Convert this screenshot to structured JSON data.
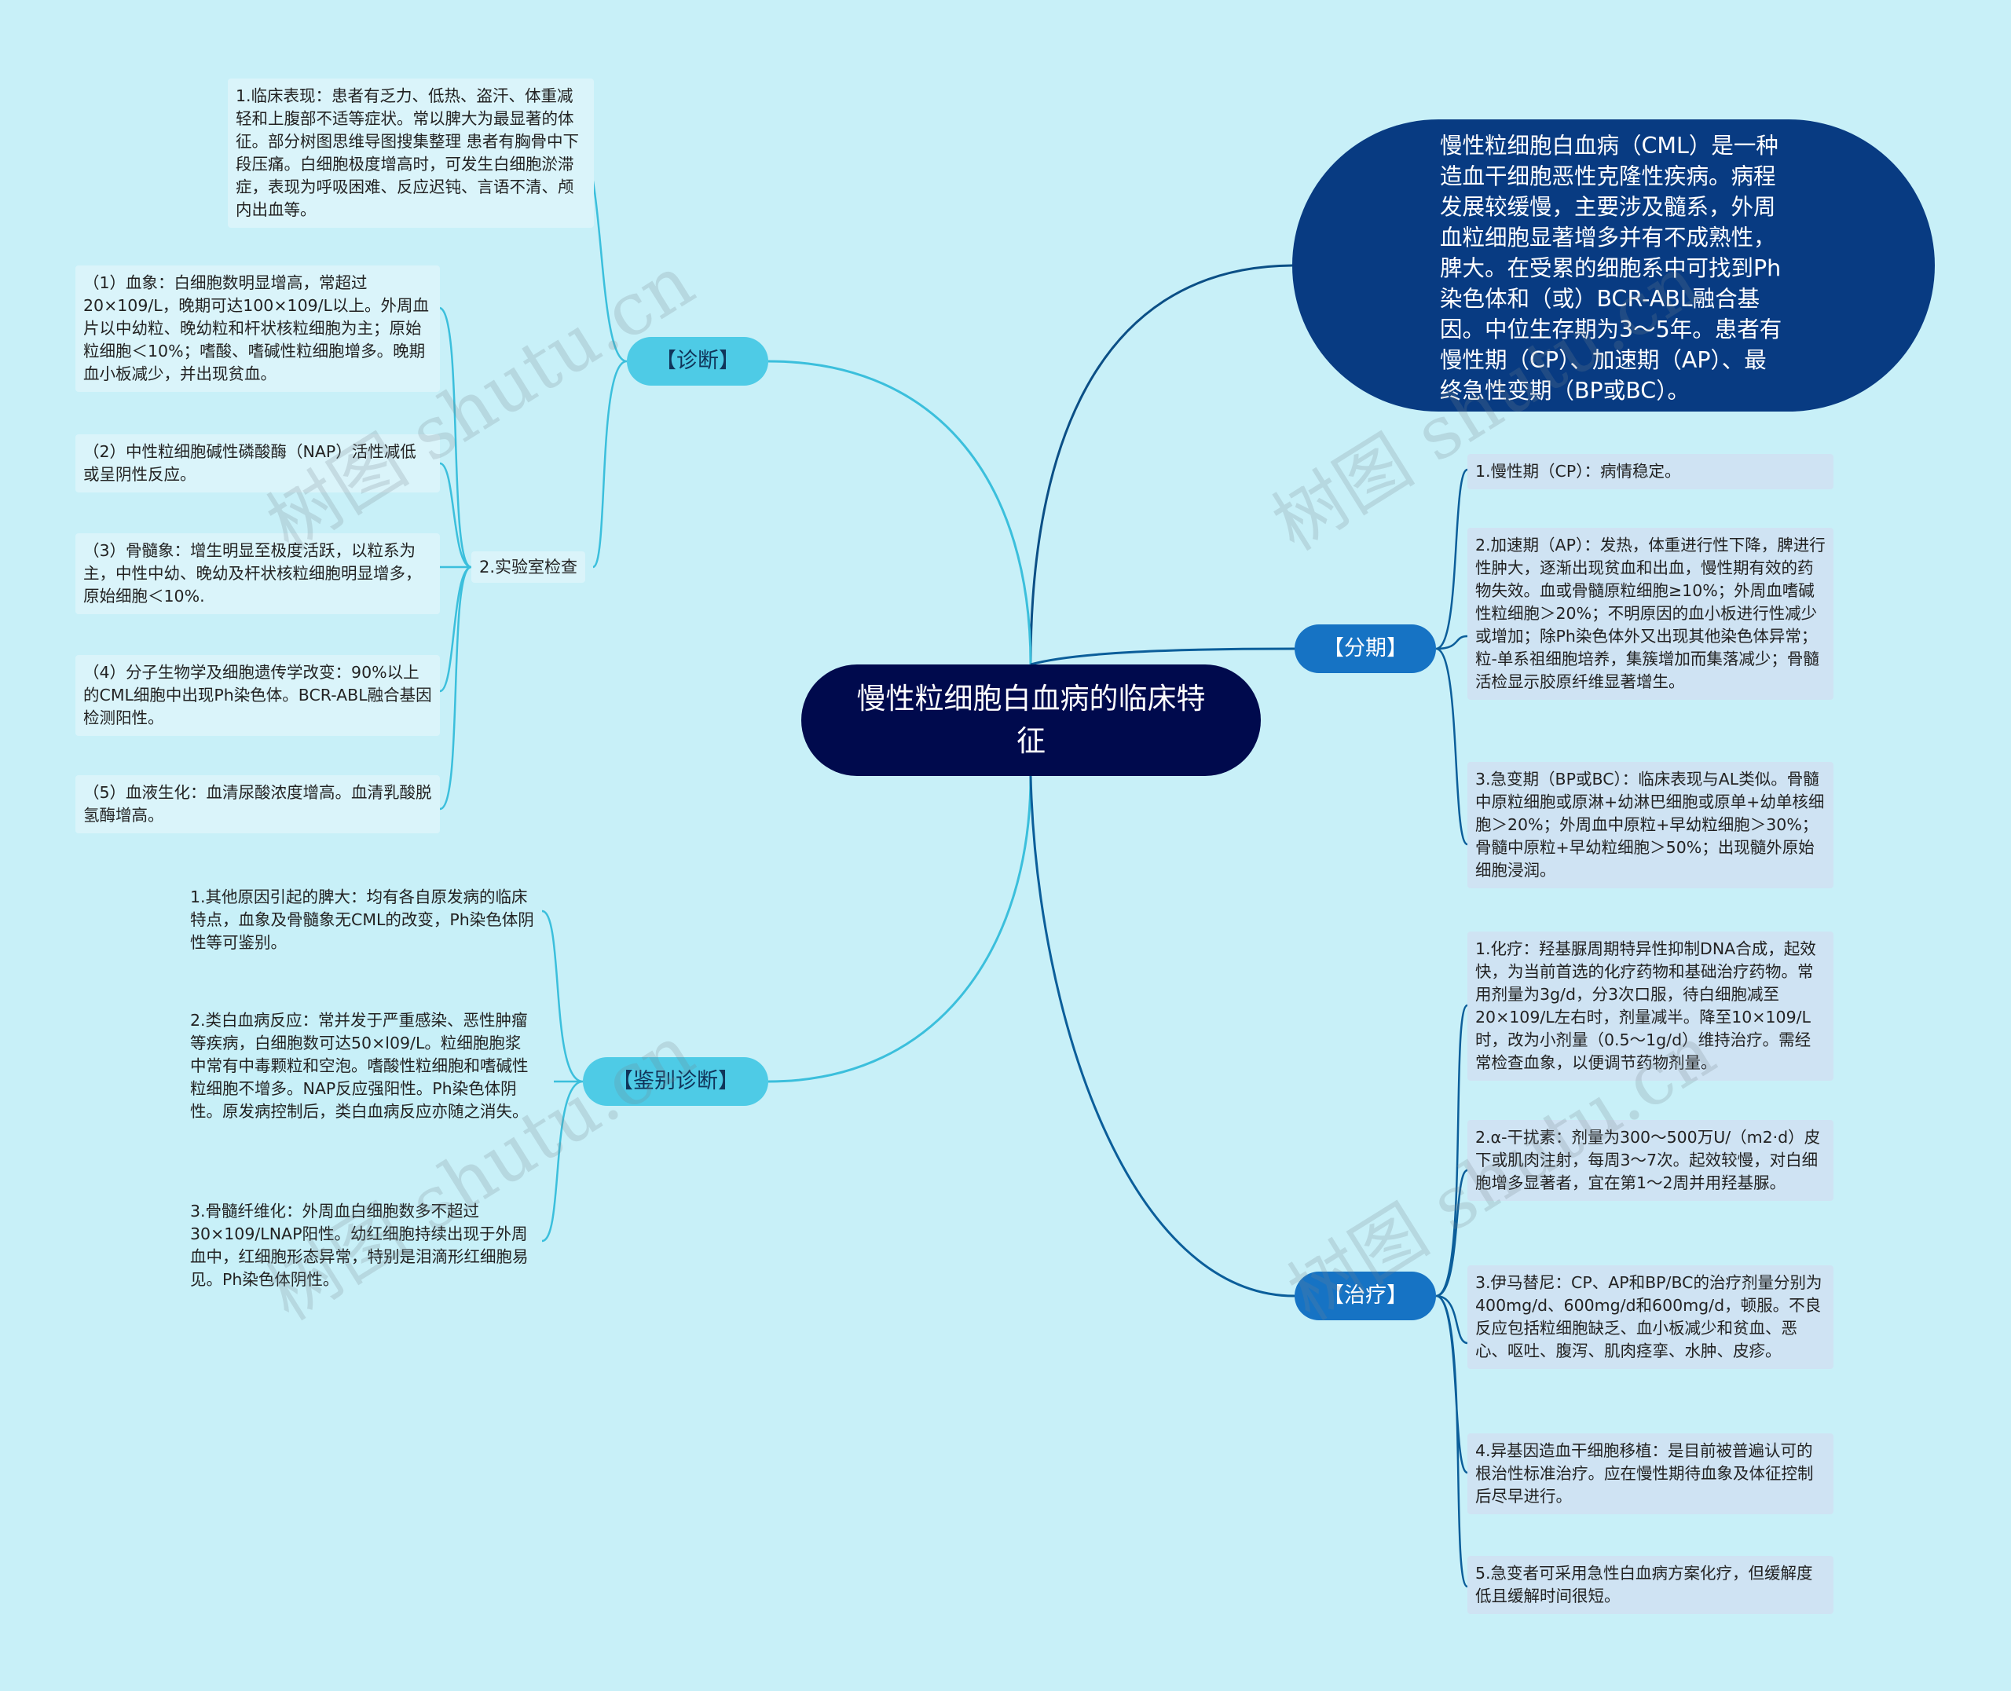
{
  "root": {
    "title": "慢性粒细胞白血病的临床特征"
  },
  "summary": {
    "text": "慢性粒细胞白血病（CML）是一种造血干细胞恶性克隆性疾病。病程发展较缓慢，主要涉及髓系，外周血粒细胞显著增多并有不成熟性，脾大。在受累的细胞系中可找到Ph染色体和（或）BCR-ABL融合基因。中位生存期为3～5年。患者有慢性期（CP）、加速期（AP）、最终急性变期（BP或BC）。"
  },
  "diagnosis": {
    "label": "【诊断】",
    "clinical": "1.临床表现：患者有乏力、低热、盗汗、体重减轻和上腹部不适等症状。常以脾大为最显著的体征。部分树图思维导图搜集整理 患者有胸骨中下段压痛。白细胞极度增高时，可发生白细胞淤滞症，表现为呼吸困难、反应迟钝、言语不清、颅内出血等。",
    "lab_label": "2.实验室检查",
    "lab_items": [
      "（1）血象：白细胞数明显增高，常超过20×109/L，晚期可达100×109/L以上。外周血片以中幼粒、晚幼粒和杆状核粒细胞为主；原始粒细胞＜10%；嗜酸、嗜碱性粒细胞增多。晚期血小板减少，并出现贫血。",
      "（2）中性粒细胞碱性磷酸酶（NAP）活性减低或呈阴性反应。",
      "（3）骨髓象：增生明显至极度活跃，以粒系为主，中性中幼、晚幼及杆状核粒细胞明显增多，原始细胞＜10%.",
      "（4）分子生物学及细胞遗传学改变：90%以上的CML细胞中出现Ph染色体。BCR-ABL融合基因检测阳性。",
      "（5）血液生化：血清尿酸浓度增高。血清乳酸脱氢酶增高。"
    ]
  },
  "differential": {
    "label": "【鉴别诊断】",
    "items": [
      "1.其他原因引起的脾大：均有各自原发病的临床特点，血象及骨髓象无CML的改变，Ph染色体阴性等可鉴别。",
      "2.类白血病反应：常并发于严重感染、恶性肿瘤等疾病，白细胞数可达50×l09/L。粒细胞胞浆中常有中毒颗粒和空泡。嗜酸性粒细胞和嗜碱性粒细胞不增多。NAP反应强阳性。Ph染色体阴性。原发病控制后，类白血病反应亦随之消失。",
      "3.骨髓纤维化：外周血白细胞数多不超过30×109/LNAP阳性。幼红细胞持续出现于外周血中，红细胞形态异常，特别是泪滴形红细胞易见。Ph染色体阴性。"
    ]
  },
  "staging": {
    "label": "【分期】",
    "items": [
      "1.慢性期（CP）：病情稳定。",
      "2.加速期（AP）：发热，体重进行性下降，脾进行性肿大，逐渐出现贫血和出血，慢性期有效的药物失效。血或骨髓原粒细胞≥10%；外周血嗜碱性粒细胞＞20%；不明原因的血小板进行性减少或增加；除Ph染色体外又出现其他染色体异常；粒-单系祖细胞培养，集簇增加而集落减少；骨髓活检显示胶原纤维显著增生。",
      "3.急变期（BP或BC）：临床表现与AL类似。骨髓中原粒细胞或原淋+幼淋巴细胞或原单+幼单核细胞＞20%；外周血中原粒+早幼粒细胞＞30%；骨髓中原粒+早幼粒细胞＞50%；出现髓外原始细胞浸润。"
    ]
  },
  "treatment": {
    "label": "【治疗】",
    "items": [
      "1.化疗：羟基脲周期特异性抑制DNA合成，起效快，为当前首选的化疗药物和基础治疗药物。常用剂量为3g/d，分3次口服，待白细胞减至20×109/L左右时，剂量减半。降至10×109/L时，改为小剂量（0.5～1g/d）维持治疗。需经常检查血象，以便调节药物剂量。",
      "2.α-干扰素：剂量为300～500万U/（m2·d）皮下或肌肉注射，每周3～7次。起效较慢，对白细胞增多显著者，宜在第1～2周并用羟基脲。",
      "3.伊马替尼：CP、AP和BP/BC的治疗剂量分别为400mg/d、600mg/d和600mg/d，顿服。不良反应包括粒细胞缺乏、血小板减少和贫血、恶心、呕吐、腹泻、肌肉痉挛、水肿、皮疹。",
      "4.异基因造血干细胞移植：是目前被普遍认可的根治性标准治疗。应在慢性期待血象及体征控制后尽早进行。",
      "5.急变者可采用急性白血病方案化疗，但缓解度低且缓解时间很短。"
    ]
  },
  "watermark": {
    "text": "树图 shutu.cn"
  },
  "colors": {
    "background": "#c8f0f8",
    "root": "#000a4d",
    "summary": "#083b82",
    "branch_light": "#4ecbe6",
    "branch_dark": "#1673c4",
    "line_light": "#3bbfdc",
    "line_dark": "#0b4f86"
  }
}
